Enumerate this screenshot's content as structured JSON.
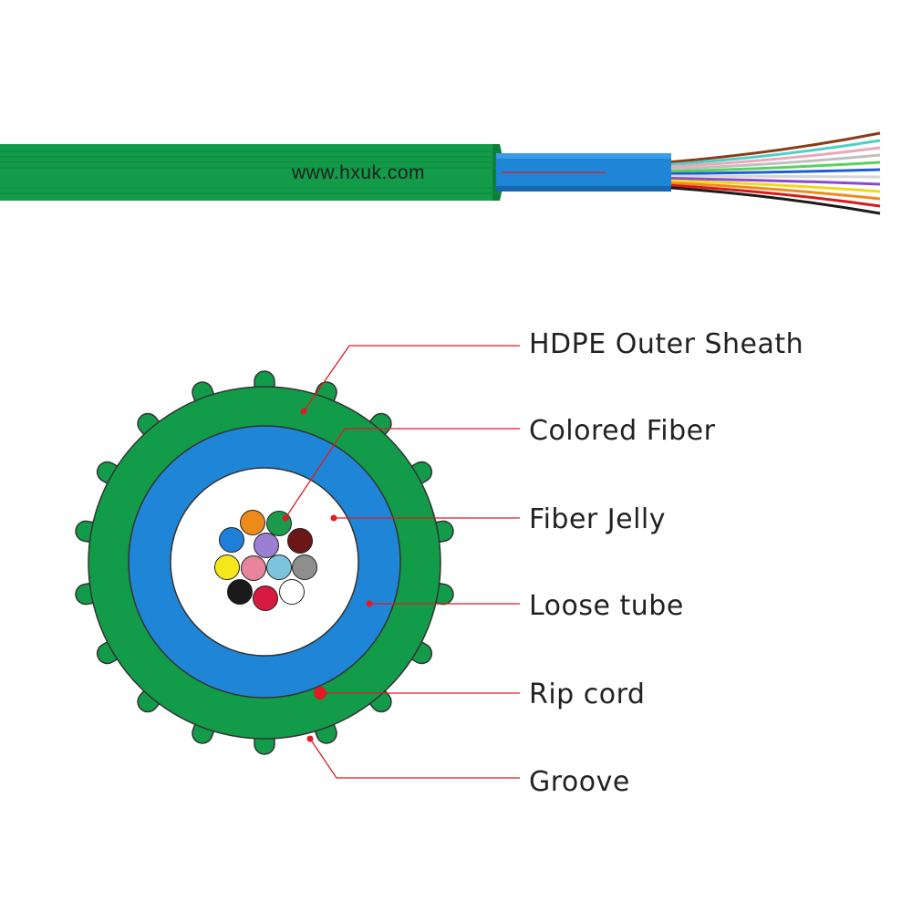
{
  "website": "www.hxuk.com",
  "colors": {
    "sheath_green": "#129b48",
    "sheath_green_dark": "#0d7e39",
    "tube_blue": "#1f85d6",
    "tube_blue_dark": "#1666b0",
    "leader_red": "#e01b24",
    "outline": "#333333"
  },
  "labels": [
    {
      "id": "hdpe",
      "text": "HDPE Outer Sheath"
    },
    {
      "id": "colored_fiber",
      "text": "Colored Fiber"
    },
    {
      "id": "fiber_jelly",
      "text": "Fiber Jelly"
    },
    {
      "id": "loose_tube",
      "text": "Loose tube"
    },
    {
      "id": "rip_cord",
      "text": "Rip cord"
    },
    {
      "id": "groove",
      "text": "Groove"
    }
  ],
  "fiber_colors": [
    {
      "name": "blue",
      "hex": "#1f7fd6"
    },
    {
      "name": "orange",
      "hex": "#ee8a1a"
    },
    {
      "name": "green",
      "hex": "#1a9a4a"
    },
    {
      "name": "brown",
      "hex": "#6b1717"
    },
    {
      "name": "slate",
      "hex": "#8e8e8e"
    },
    {
      "name": "white",
      "hex": "#ffffff"
    },
    {
      "name": "red",
      "hex": "#d61a40"
    },
    {
      "name": "black",
      "hex": "#1a1a1a"
    },
    {
      "name": "yellow",
      "hex": "#f4e81a"
    },
    {
      "name": "violet",
      "hex": "#9b7fd0"
    },
    {
      "name": "rose",
      "hex": "#e8849c"
    },
    {
      "name": "aqua",
      "hex": "#7cc4dc"
    }
  ],
  "strand_colors": [
    "#8b3a1a",
    "#4dd0c4",
    "#e9a8b8",
    "#bfbfbf",
    "#5cd05c",
    "#1f5fd6",
    "#d6d6d6",
    "#8a4ad0",
    "#f0d81a",
    "#f08a1a",
    "#d61a1a",
    "#1a1a1a"
  ]
}
